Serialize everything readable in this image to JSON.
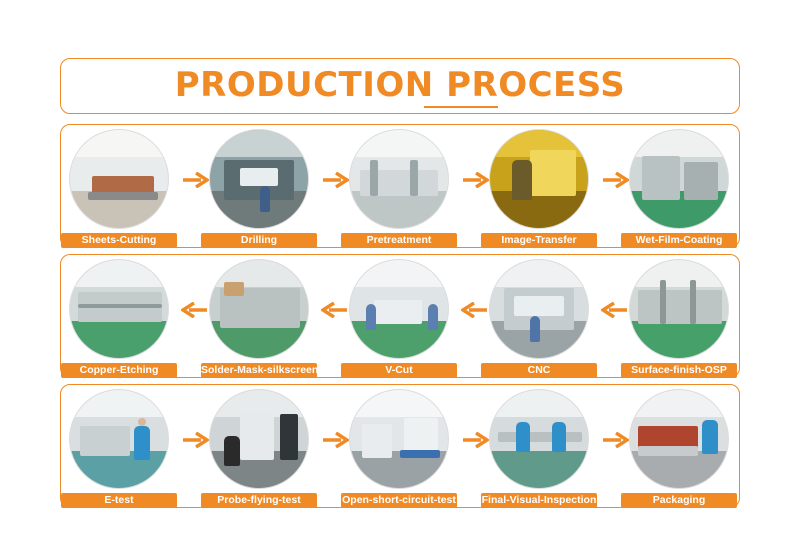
{
  "title": "PRODUCTION PROCESS",
  "colors": {
    "accent": "#f08a24",
    "label_text": "#ffffff"
  },
  "rows": [
    {
      "direction": "right",
      "steps": [
        {
          "label": "Sheets-Cutting"
        },
        {
          "label": "Drilling"
        },
        {
          "label": "Pretreatment"
        },
        {
          "label": "Image-Transfer"
        },
        {
          "label": "Wet-Film-Coating"
        }
      ]
    },
    {
      "direction": "left",
      "steps": [
        {
          "label": "Copper-Etching"
        },
        {
          "label": "Solder-Mask-silkscreen"
        },
        {
          "label": "V-Cut"
        },
        {
          "label": "CNC"
        },
        {
          "label": "Surface-finish-OSP"
        }
      ]
    },
    {
      "direction": "right",
      "steps": [
        {
          "label": "E-test"
        },
        {
          "label": "Probe-flying-test"
        },
        {
          "label": "Open-short-circuit-test"
        },
        {
          "label": "Final-Visual-Inspection"
        },
        {
          "label": "Packaging"
        }
      ]
    }
  ]
}
